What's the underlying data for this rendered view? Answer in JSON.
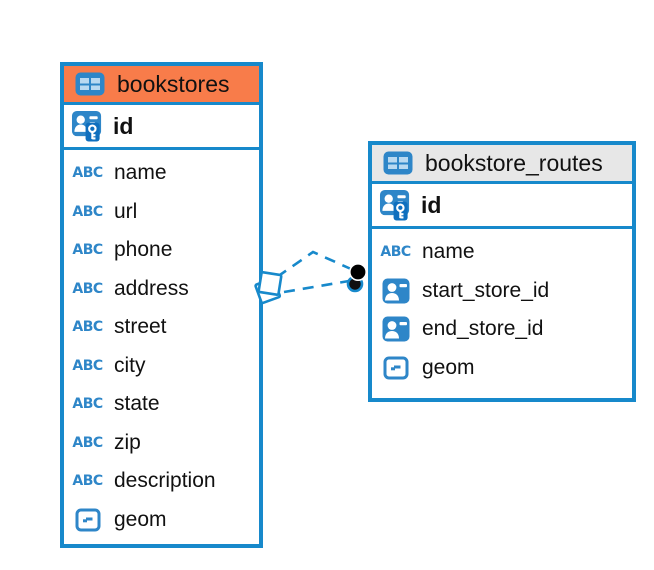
{
  "colors": {
    "table_border": "#1789cb",
    "bookstores_header": "#f87c4a",
    "routes_header": "#e7e7e7",
    "icon_blue": "#2e86c8",
    "key_overlay_blue": "#0f6fbe",
    "icon_cell_blue": "#b9d9f1",
    "text": "#111111",
    "relationship_line": "#1789cb",
    "endpoint_dot": "#000000",
    "canvas_bg": "#ffffff"
  },
  "icons": {
    "abc_label": "ABC"
  },
  "tables": [
    {
      "name": "bookstores",
      "primary_key": {
        "name": "id"
      },
      "columns": [
        {
          "name": "name",
          "type": "text"
        },
        {
          "name": "url",
          "type": "text"
        },
        {
          "name": "phone",
          "type": "text"
        },
        {
          "name": "address",
          "type": "text"
        },
        {
          "name": "street",
          "type": "text"
        },
        {
          "name": "city",
          "type": "text"
        },
        {
          "name": "state",
          "type": "text"
        },
        {
          "name": "zip",
          "type": "text"
        },
        {
          "name": "description",
          "type": "text"
        },
        {
          "name": "geom",
          "type": "geometry"
        }
      ]
    },
    {
      "name": "bookstore_routes",
      "primary_key": {
        "name": "id"
      },
      "columns": [
        {
          "name": "name",
          "type": "text"
        },
        {
          "name": "start_store_id",
          "type": "foreign_key"
        },
        {
          "name": "end_store_id",
          "type": "foreign_key"
        },
        {
          "name": "geom",
          "type": "geometry"
        }
      ]
    }
  ],
  "relationship": {
    "style": "dashed",
    "line_count": 2
  }
}
